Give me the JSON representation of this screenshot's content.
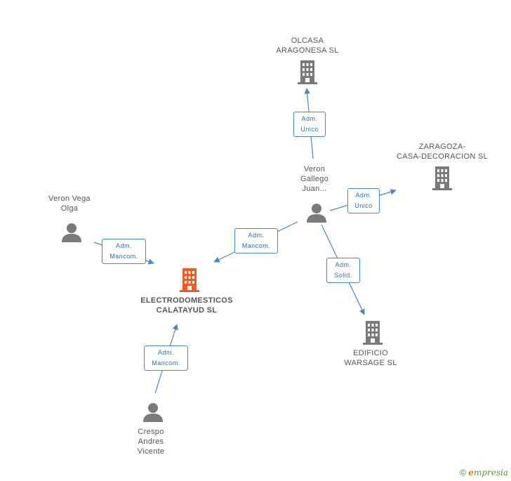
{
  "colors": {
    "edge": "#4a86c8",
    "node_icon": "#7a7a7a",
    "center_icon": "#f05a28",
    "label_text": "#555555"
  },
  "nodes": {
    "olcasa": {
      "lines": [
        "OLCASA",
        "ARAGONESA SL"
      ],
      "type": "company",
      "icon": "building-icon"
    },
    "zaragoza": {
      "lines": [
        "ZARAGOZA-",
        "CASA-DECORACION SL"
      ],
      "type": "company",
      "icon": "building-icon"
    },
    "veron_gallego": {
      "lines": [
        "Veron",
        "Gallego",
        "Juan..."
      ],
      "type": "person",
      "icon": "person-icon"
    },
    "veron_vega": {
      "lines": [
        "Veron Vega",
        "Olga"
      ],
      "type": "person",
      "icon": "person-icon"
    },
    "electrodomesticos": {
      "lines": [
        "ELECTRODOMESTICOS",
        "CALATAYUD SL"
      ],
      "type": "company-center",
      "icon": "building-icon"
    },
    "edificio": {
      "lines": [
        "EDIFICIO",
        "WARSAGE SL"
      ],
      "type": "company",
      "icon": "building-icon"
    },
    "crespo": {
      "lines": [
        "Crespo",
        "Andres",
        "Vicente"
      ],
      "type": "person",
      "icon": "person-icon"
    }
  },
  "edges": [
    {
      "from": "veron_gallego",
      "to": "olcasa",
      "label": [
        "Adm.",
        "Unico"
      ]
    },
    {
      "from": "veron_gallego",
      "to": "zaragoza",
      "label": [
        "Adm.",
        "Unico"
      ]
    },
    {
      "from": "veron_gallego",
      "to": "electrodomesticos",
      "label": [
        "Adm.",
        "Mancom."
      ]
    },
    {
      "from": "veron_gallego",
      "to": "edificio",
      "label": [
        "Adm.",
        "Solid."
      ]
    },
    {
      "from": "veron_vega",
      "to": "electrodomesticos",
      "label": [
        "Adm.",
        "Mancom."
      ]
    },
    {
      "from": "crespo",
      "to": "electrodomesticos",
      "label": [
        "Adm.",
        "Mancom."
      ]
    }
  ],
  "footer": {
    "copyright": "©",
    "brand_initial": "e",
    "brand_rest": "mpresia"
  }
}
